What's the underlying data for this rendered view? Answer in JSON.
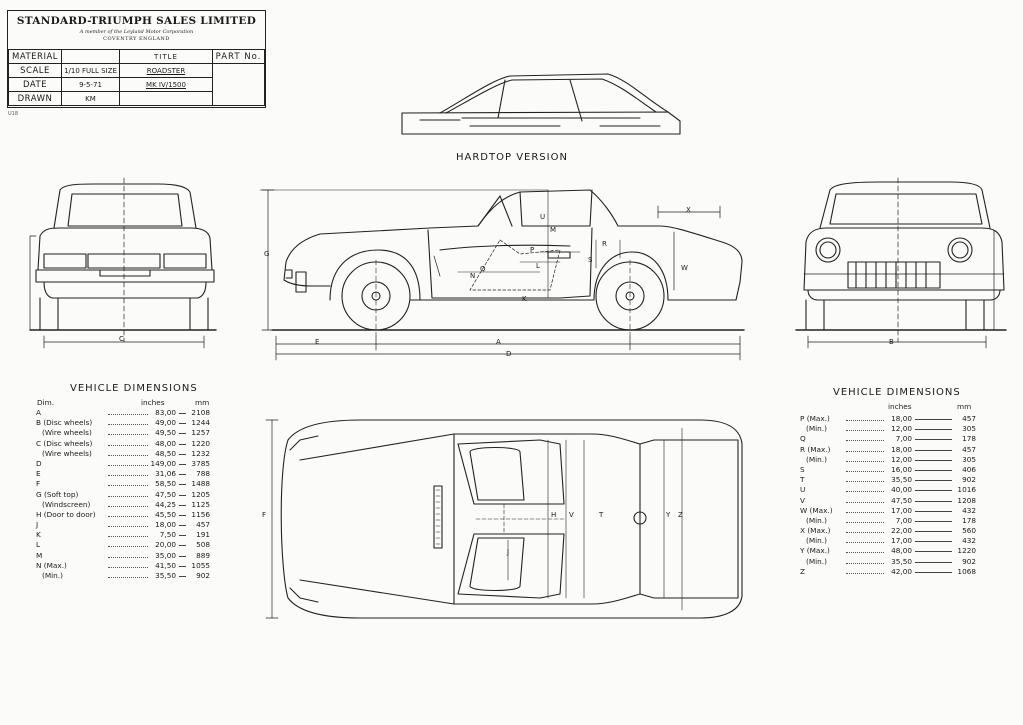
{
  "title_block": {
    "company": "STANDARD-TRIUMPH SALES LIMITED",
    "member_note": "A member of the Leyland Motor Corporation",
    "city": "COVENTRY ENGLAND",
    "material_label": "MATERIAL",
    "title_label": "TITLE",
    "part_label": "PART No.",
    "scale_label": "SCALE",
    "scale_value": "1/10 FULL SIZE",
    "date_label": "DATE",
    "date_value": "9-5-71",
    "drawn_label": "DRAWN",
    "drawn_value": "KM",
    "title_line1": "ROADSTER",
    "title_line2": "MK IV/1500"
  },
  "drawing_id": "U18",
  "hardtop_heading": "HARDTOP VERSION",
  "dim_letters": {
    "A": "A",
    "B": "B",
    "C": "C",
    "D": "D",
    "E": "E",
    "F": "F",
    "G": "G",
    "H": "H",
    "J": "J",
    "K": "K",
    "L": "L",
    "M": "M",
    "N": "N",
    "P": "P",
    "Q": "Q",
    "R": "R",
    "S": "S",
    "T": "T",
    "U": "U",
    "V": "V",
    "W": "W",
    "X": "X",
    "Y": "Y",
    "Z": "Z"
  },
  "left_table": {
    "heading": "VEHICLE DIMENSIONS",
    "col_dim": "Dim.",
    "col_inches": "inches",
    "col_mm": "mm",
    "rows": [
      {
        "label": "A",
        "inches": "83,00",
        "mm": "2108"
      },
      {
        "label": "B (Disc wheels)",
        "inches": "49,00",
        "mm": "1244"
      },
      {
        "label": "(Wire wheels)",
        "inches": "49,50",
        "mm": "1257"
      },
      {
        "label": "C (Disc wheels)",
        "inches": "48,00",
        "mm": "1220"
      },
      {
        "label": "(Wire wheels)",
        "inches": "48,50",
        "mm": "1232"
      },
      {
        "label": "D",
        "inches": "149,00",
        "mm": "3785"
      },
      {
        "label": "E",
        "inches": "31,06",
        "mm": "788"
      },
      {
        "label": "F",
        "inches": "58,50",
        "mm": "1488"
      },
      {
        "label": "G (Soft top)",
        "inches": "47,50",
        "mm": "1205"
      },
      {
        "label": "(Windscreen)",
        "inches": "44,25",
        "mm": "1125"
      },
      {
        "label": "H (Door to door)",
        "inches": "45,50",
        "mm": "1156"
      },
      {
        "label": "J",
        "inches": "18,00",
        "mm": "457"
      },
      {
        "label": "K",
        "inches": "7,50",
        "mm": "191"
      },
      {
        "label": "L",
        "inches": "20,00",
        "mm": "508"
      },
      {
        "label": "M",
        "inches": "35,00",
        "mm": "889"
      },
      {
        "label": "N (Max.)",
        "inches": "41,50",
        "mm": "1055"
      },
      {
        "label": "(Min.)",
        "inches": "35,50",
        "mm": "902"
      }
    ]
  },
  "right_table": {
    "heading": "VEHICLE DIMENSIONS",
    "col_inches": "inches",
    "col_mm": "mm",
    "rows": [
      {
        "label": "P (Max.)",
        "inches": "18,00",
        "mm": "457"
      },
      {
        "label": "(Min.)",
        "inches": "12,00",
        "mm": "305"
      },
      {
        "label": "Q",
        "inches": "7,00",
        "mm": "178"
      },
      {
        "label": "R (Max.)",
        "inches": "18,00",
        "mm": "457"
      },
      {
        "label": "(Min.)",
        "inches": "12,00",
        "mm": "305"
      },
      {
        "label": "S",
        "inches": "16,00",
        "mm": "406"
      },
      {
        "label": "T",
        "inches": "35,50",
        "mm": "902"
      },
      {
        "label": "U",
        "inches": "40,00",
        "mm": "1016"
      },
      {
        "label": "V",
        "inches": "47,50",
        "mm": "1208"
      },
      {
        "label": "W (Max.)",
        "inches": "17,00",
        "mm": "432"
      },
      {
        "label": "(Min.)",
        "inches": "7,00",
        "mm": "178"
      },
      {
        "label": "X (Max.)",
        "inches": "22,00",
        "mm": "560"
      },
      {
        "label": "(Min.)",
        "inches": "17,00",
        "mm": "432"
      },
      {
        "label": "Y (Max.)",
        "inches": "48,00",
        "mm": "1220"
      },
      {
        "label": "(Min.)",
        "inches": "35,50",
        "mm": "902"
      },
      {
        "label": "Z",
        "inches": "42,00",
        "mm": "1068"
      }
    ]
  }
}
